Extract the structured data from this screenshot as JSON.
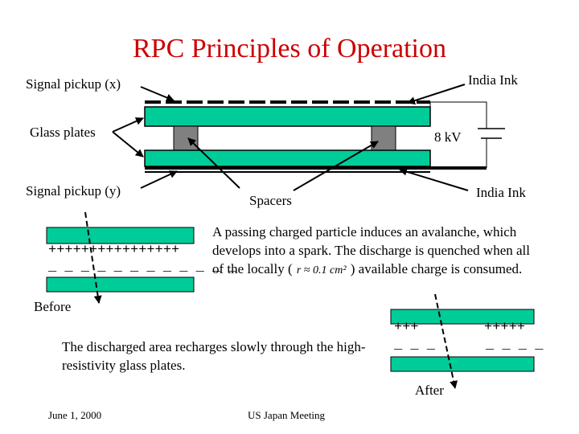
{
  "title": "RPC Principles of Operation",
  "labels": {
    "signal_pickup_x": "Signal pickup (x)",
    "glass_plates": "Glass plates",
    "signal_pickup_y": "Signal pickup (y)",
    "india_ink_top": "India Ink",
    "voltage": "8 kV",
    "india_ink_bottom": "India Ink",
    "spacers": "Spacers",
    "before": "Before",
    "after": "After"
  },
  "description_1": "A passing charged particle induces an avalanche, which develops into a spark.  The discharge is quenched when all of the locally  (",
  "formula": "r ≈ 0.1 cm²",
  "description_1_end": ") available charge is consumed.",
  "description_2": "The discharged area recharges slowly through the high-resistivity glass plates.",
  "before_plus": "++++++++++++++++",
  "before_minus": "_ _ _ _ _ _ _ _ _ _ _ _",
  "after_plus_left": "+++",
  "after_minus_left": "_ _ _",
  "after_plus_right": "+++++",
  "after_minus_right": "_ _ _ _",
  "footer": {
    "date": "June 1, 2000",
    "meeting": "US Japan Meeting"
  },
  "colors": {
    "plate": "#00cc99",
    "spacer": "#808080",
    "title": "#cc0000"
  }
}
